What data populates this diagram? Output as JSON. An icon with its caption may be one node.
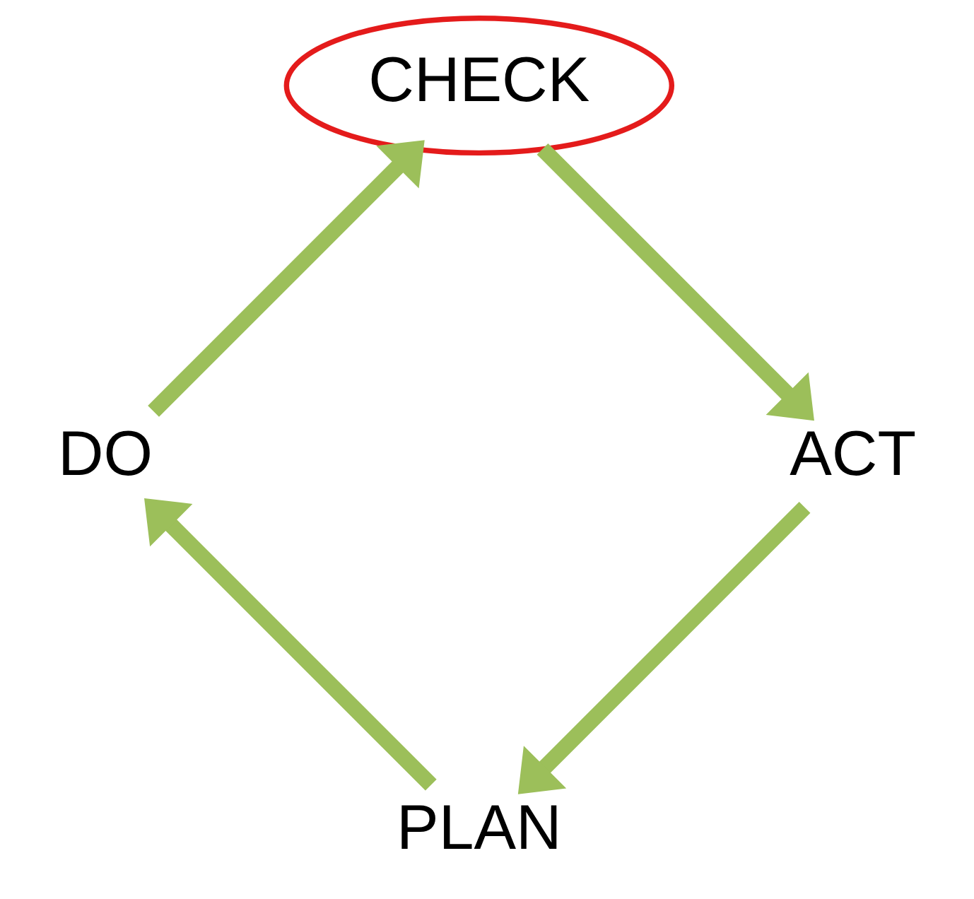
{
  "diagram": {
    "nodes": [
      {
        "text": [
          "PLAN"
        ]
      },
      {
        "text": [
          "DO"
        ]
      },
      {
        "text": [
          "CHECK"
        ]
      },
      {
        "text": [
          "ACT"
        ]
      }
    ],
    "edges": [
      {
        "from": 0,
        "to": 1,
        "arrow": "to"
      },
      {
        "from": 1,
        "to": 2,
        "arrow": "to"
      },
      {
        "from": 2,
        "to": 3,
        "arrow": "to"
      },
      {
        "from": 3,
        "to": 0,
        "arrow": "to"
      }
    ]
  }
}
